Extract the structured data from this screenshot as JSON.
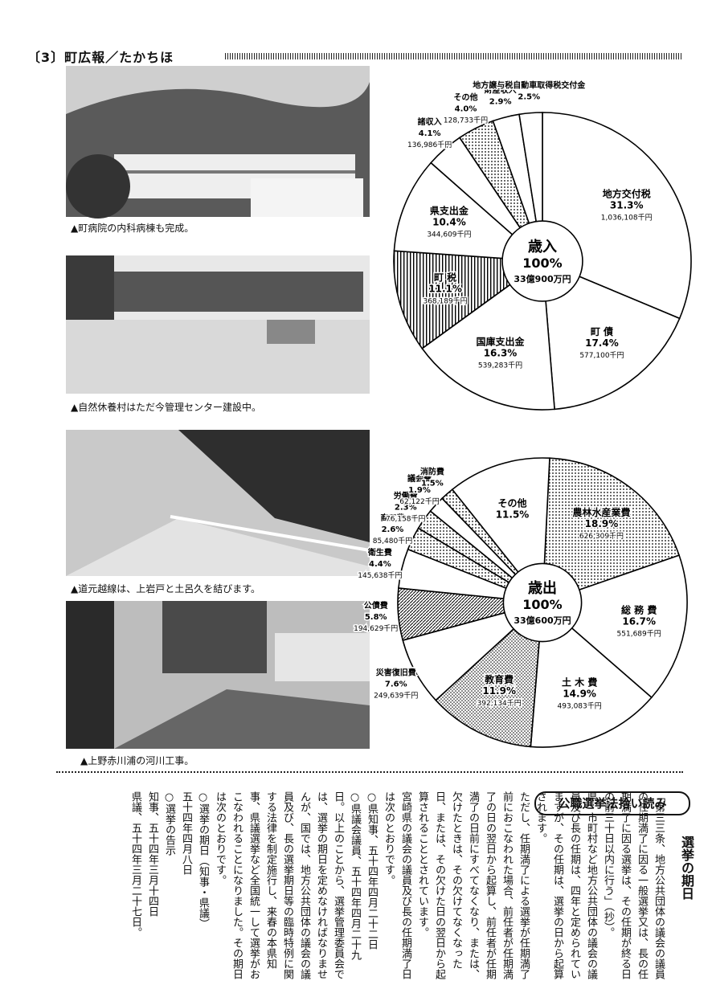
{
  "header": {
    "title": "〔3〕町広報／たかちほ"
  },
  "photos": [
    {
      "caption": "▲町病院の内科病棟も完成。"
    },
    {
      "caption": "▲自然休養村はただ今管理センター建設中。"
    },
    {
      "caption": "▲道元越線は、上岩戸と土呂久を結びます。"
    },
    {
      "caption": "▲上野赤川浦の河川工事。"
    }
  ],
  "chart_data": [
    {
      "type": "pie",
      "center": {
        "title": "歳入",
        "total_pct": "100%",
        "amount": "33億900万円"
      },
      "slices": [
        {
          "name": "地方交付税",
          "pct": 31.3,
          "pct_label": "31.3%",
          "amount": "1,036,108千円",
          "pattern": "white"
        },
        {
          "name": "町 債",
          "pct": 17.4,
          "pct_label": "17.4%",
          "amount": "577,100千円",
          "pattern": "white"
        },
        {
          "name": "国庫支出金",
          "pct": 16.3,
          "pct_label": "16.3%",
          "amount": "539,283千円",
          "pattern": "white"
        },
        {
          "name": "町 税",
          "pct": 11.1,
          "pct_label": "11.1%",
          "amount": "368,189千円",
          "pattern": "vlines"
        },
        {
          "name": "県支出金",
          "pct": 10.4,
          "pct_label": "10.4%",
          "amount": "344,609千円",
          "pattern": "white"
        },
        {
          "name": "諸収入",
          "pct": 4.1,
          "pct_label": "4.1%",
          "amount": "136,986千円",
          "pattern": "white"
        },
        {
          "name": "その他",
          "pct": 4.0,
          "pct_label": "4.0%",
          "amount": "128,733千円",
          "pattern": "dots"
        },
        {
          "name": "財産収入",
          "pct": 2.9,
          "pct_label": "2.9%",
          "amount": "",
          "pattern": "white"
        },
        {
          "name": "地方譲与税自動車取得税交付金",
          "pct": 2.5,
          "pct_label": "2.5%",
          "amount": "",
          "pattern": "white"
        }
      ]
    },
    {
      "type": "pie",
      "center": {
        "title": "歳出",
        "total_pct": "100%",
        "amount": "33億600万円"
      },
      "slices": [
        {
          "name": "農林水産業費",
          "pct": 18.9,
          "pct_label": "18.9%",
          "amount": "626,309千円",
          "pattern": "dots"
        },
        {
          "name": "総 務 費",
          "pct": 16.7,
          "pct_label": "16.7%",
          "amount": "551,689千円",
          "pattern": "white"
        },
        {
          "name": "土 木 費",
          "pct": 14.9,
          "pct_label": "14.9%",
          "amount": "493,083千円",
          "pattern": "white"
        },
        {
          "name": "教育費",
          "pct": 11.9,
          "pct_label": "11.9%",
          "amount": "392,134千円",
          "pattern": "dense"
        },
        {
          "name": "災害復旧費",
          "pct": 7.6,
          "pct_label": "7.6%",
          "amount": "249,639千円",
          "pattern": "white"
        },
        {
          "name": "公債費",
          "pct": 5.8,
          "pct_label": "5.8%",
          "amount": "194,629千円",
          "pattern": "hatch"
        },
        {
          "name": "衛生費",
          "pct": 4.4,
          "pct_label": "4.4%",
          "amount": "145,638千円",
          "pattern": "white"
        },
        {
          "name": "商工費",
          "pct": 2.6,
          "pct_label": "2.6%",
          "amount": "85,480千円",
          "pattern": "dots"
        },
        {
          "name": "労働費",
          "pct": 2.3,
          "pct_label": "2.3%",
          "amount": "76,158千円",
          "pattern": "dots"
        },
        {
          "name": "議会費",
          "pct": 1.9,
          "pct_label": "1.9%",
          "amount": "62,122千円",
          "pattern": "white"
        },
        {
          "name": "消防費",
          "pct": 1.5,
          "pct_label": "1.5%",
          "amount": "",
          "pattern": "dots"
        },
        {
          "name": "その他",
          "pct": 11.5,
          "pct_label": "11.5%",
          "amount": "",
          "pattern": "white"
        }
      ]
    }
  ],
  "election": {
    "badge": "公職選挙法拾い読み",
    "title": "選挙の期日",
    "text": "「第三三条、地方公共団体の議会の議員の任期満了に因る一般選挙又は、長の任期満了に因る選挙は、その任期が終る日の前三十日以内に行う」（抄）。\n県、市町村など地方公共団体の議会の議員及び長の任期は、四年と定められていますが、その任期は、選挙の日から起算されます。\nただし、任期満了による選挙が任期満了前におこなわれた場合、前任者が任期満了の日の翌日から起算し、前任者が任期満了の日前にすべてなくなり、または、欠けたときは、その欠けてなくなった日、または、その欠けた日の翌日から起算されることとされています。\n宮崎県の議会の議員及び長の任期満了日は次のとおりです。\n○県知事、五十四年四月二十二日\n○県議会議員、五十四年四月二十九日。以上のことから、選挙管理委員会では、選挙の期日を定めなければなりませんが、国では、地方公共団体の議会の議員及び、長の選挙期日等の臨時特例に関する法律を制定施行し、来春の本県知事、県議選挙など全国統一して選挙がおこなわれることになりました。その期日は次のとおりです。\n○選挙の期日（知事・県議）\n五十四年四月八日\n○選挙の告示\n知事、五十四年三月十四日\n県議、五十四年三月二十七日。"
  }
}
